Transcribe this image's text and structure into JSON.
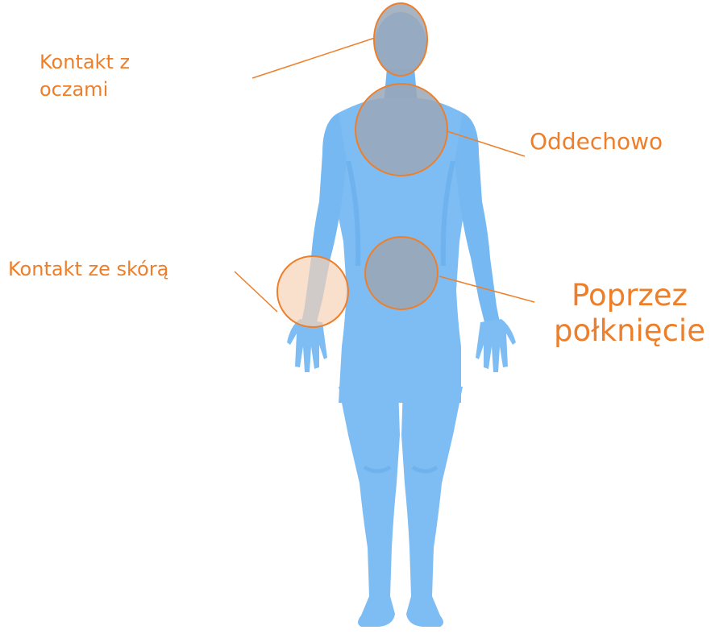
{
  "colors": {
    "body": "#7ebdf3",
    "body_shade": "#5aa3e8",
    "highlight_fill": "#9aa7b7",
    "accent": "#ee7f2a",
    "skin_highlight": "#f6d3b6"
  },
  "labels": {
    "eyes": "Kontakt z\noczami",
    "respiratory": "Oddechowo",
    "skin": "Kontakt ze skórą",
    "ingestion": "Poprzez\npołknięcie"
  }
}
